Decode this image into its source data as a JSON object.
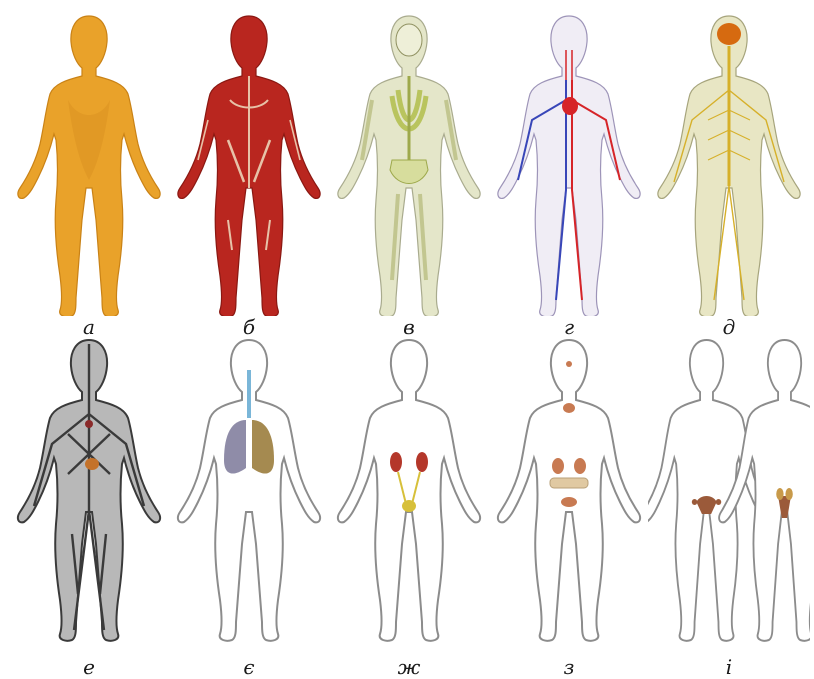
{
  "labels": [
    "а",
    "б",
    "в",
    "г",
    "д",
    "е",
    "є",
    "ж",
    "з",
    "і"
  ],
  "colors": {
    "skin_fill": "#e9a22a",
    "skin_shade": "#c98216",
    "muscle_fill": "#b9261f",
    "muscle_tendon": "#e7c2a8",
    "skeleton_body": "#e4e6c9",
    "skeleton_bone": "#c7d27a",
    "circulatory_body": "#e2dcec",
    "artery": "#d62428",
    "vein": "#3846b8",
    "nervous_body": "#e8e6c4",
    "nerve": "#d6b02a",
    "brain": "#d66a10",
    "lymph_vessel": "#3a3a3a",
    "lung_right": "#8f8ca8",
    "lung_left": "#a58a50",
    "trachea": "#7ab6d8",
    "kidney": "#b4372a",
    "bladder": "#d7c03a",
    "endocrine": "#c87a52",
    "reproductive": "#9b5a3a",
    "outline": "#8c8c8c",
    "label_text": "#1a1a1a"
  }
}
